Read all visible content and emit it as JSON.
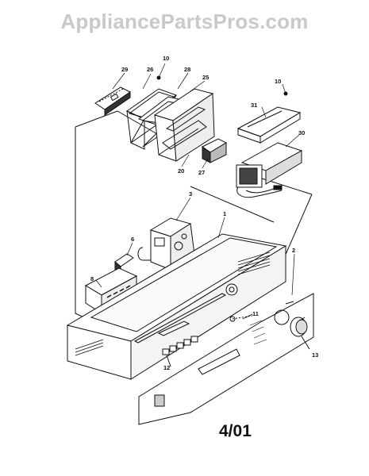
{
  "watermark": "AppliancePartsPros.com",
  "revision": "4/01",
  "callouts": {
    "c10a": "10",
    "c29": "29",
    "c26": "26",
    "c28": "28",
    "c25": "25",
    "c10b": "10",
    "c31": "31",
    "c30": "30",
    "c20": "20",
    "c27": "27",
    "c3": "3",
    "c1": "1",
    "c6": "6",
    "c8": "8",
    "c2": "2",
    "c11": "11",
    "c12": "12",
    "c13": "13"
  }
}
